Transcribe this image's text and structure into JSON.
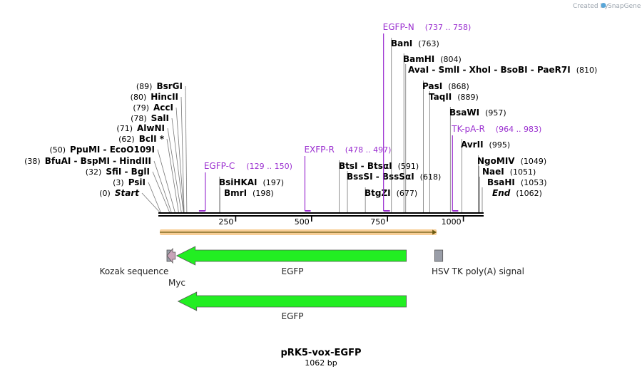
{
  "brand": {
    "created_by": "Created by",
    "name": "SnapGene"
  },
  "map": {
    "title": "pRK5-vox-EGFP",
    "length_label": "1062 bp",
    "length_bp": 1062,
    "ticks": [
      250,
      500,
      750,
      1000
    ]
  },
  "sites": [
    {
      "name": "Start",
      "pos_label": "(0)",
      "bp": 0,
      "italic": true
    },
    {
      "name": "PsiI",
      "pos_label": "(3)",
      "bp": 3
    },
    {
      "name": "SfiI  -  BglI",
      "pos_label": "(32)",
      "bp": 32
    },
    {
      "name": "BfuAI  -  BspMI  -  HindIII",
      "pos_label": "(38)",
      "bp": 38
    },
    {
      "name": "PpuMI  -  EcoO109I",
      "pos_label": "(50)",
      "bp": 50
    },
    {
      "name": "BclI *",
      "pos_label": "(62)",
      "bp": 62
    },
    {
      "name": "AlwNI",
      "pos_label": "(71)",
      "bp": 71
    },
    {
      "name": "SalI",
      "pos_label": "(78)",
      "bp": 78
    },
    {
      "name": "AccI",
      "pos_label": "(79)",
      "bp": 79
    },
    {
      "name": "HincII",
      "pos_label": "(80)",
      "bp": 80
    },
    {
      "name": "BsrGI",
      "pos_label": "(89)",
      "bp": 89
    },
    {
      "name": "BmrI",
      "pos_label": "(198)",
      "bp": 198
    },
    {
      "name": "BsiHKAI",
      "pos_label": "(197)",
      "bp": 197
    },
    {
      "name": "BtsI  -  BtsαI",
      "pos_label": "(591)",
      "bp": 591
    },
    {
      "name": "BssSI  -  BssSαI",
      "pos_label": "(618)",
      "bp": 618
    },
    {
      "name": "BtgZI",
      "pos_label": "(677)",
      "bp": 677
    },
    {
      "name": "BanI",
      "pos_label": "(763)",
      "bp": 763
    },
    {
      "name": "BamHI",
      "pos_label": "(804)",
      "bp": 804
    },
    {
      "name": "AvaI  -  SmlI  -  XhoI  -  BsoBI  -  PaeR7I",
      "pos_label": "(810)",
      "bp": 810
    },
    {
      "name": "PasI",
      "pos_label": "(868)",
      "bp": 868
    },
    {
      "name": "TaqII",
      "pos_label": "(889)",
      "bp": 889
    },
    {
      "name": "BsaWI",
      "pos_label": "(957)",
      "bp": 957
    },
    {
      "name": "AvrII",
      "pos_label": "(995)",
      "bp": 995
    },
    {
      "name": "NgoMIV",
      "pos_label": "(1049)",
      "bp": 1049
    },
    {
      "name": "NaeI",
      "pos_label": "(1051)",
      "bp": 1051
    },
    {
      "name": "BsaHI",
      "pos_label": "(1053)",
      "bp": 1053
    },
    {
      "name": "End",
      "pos_label": "(1062)",
      "bp": 1062,
      "italic": true
    }
  ],
  "primers": [
    {
      "name": "EGFP-C",
      "range": "(129 .. 150)",
      "start": 129,
      "end": 150
    },
    {
      "name": "EXFP-R",
      "range": "(478 .. 497)",
      "start": 478,
      "end": 497
    },
    {
      "name": "EGFP-N",
      "range": "(737 .. 758)",
      "start": 737,
      "end": 758
    },
    {
      "name": "TK-pA-R",
      "range": "(964 .. 983)",
      "start": 964,
      "end": 983
    }
  ],
  "features": [
    {
      "name": "Kozak sequence",
      "start": 0,
      "end": 7,
      "color": "#9a9ea8",
      "shape": "box"
    },
    {
      "name": "Myc",
      "start": 19,
      "end": 51,
      "color": "#c8a4b8",
      "shape": "arrow-left"
    },
    {
      "name": "EGFP",
      "start": 51,
      "end": 812,
      "color": "#22ee22",
      "shape": "arrow-left"
    },
    {
      "name": "HSV TK poly(A) signal",
      "start": 882,
      "end": 932,
      "color": "#9a9ea8",
      "shape": "box"
    }
  ],
  "orf": {
    "name": "EGFP",
    "start": 51,
    "end": 812,
    "color": "#22ee22"
  },
  "selection": {
    "start": 0,
    "end": 912,
    "color": "#f3a640"
  },
  "colors": {
    "primer": "#9b30d0",
    "backbone": "#000000",
    "selection_line": "#6b5a10"
  }
}
